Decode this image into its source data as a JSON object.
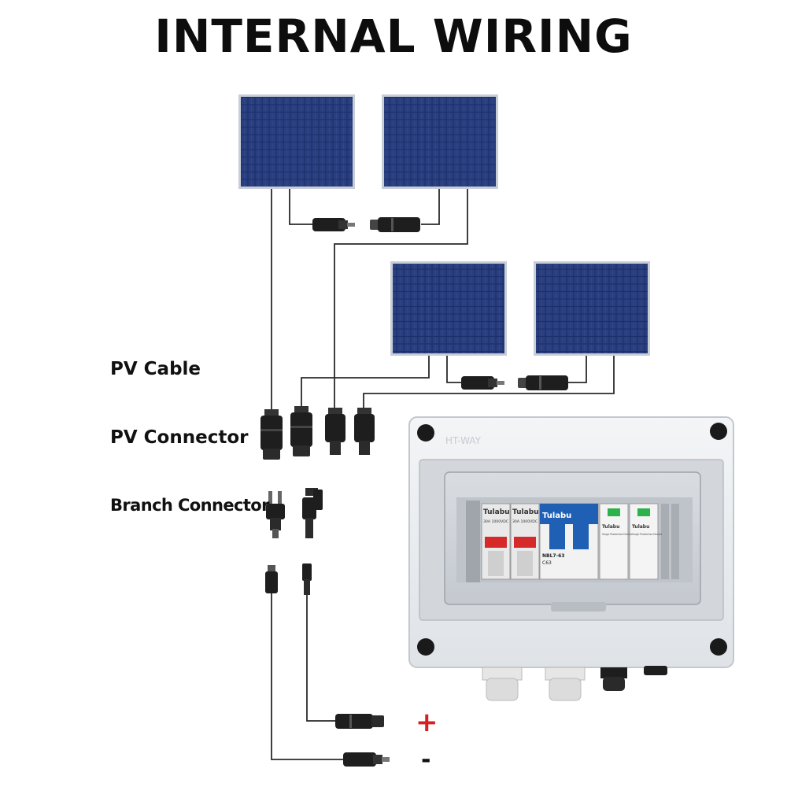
{
  "title": "INTERNAL WIRING",
  "labels": {
    "pv_cable": "PV Cable",
    "pv_connector": "PV Connector",
    "branch_connector": "Branch Connector"
  },
  "signs": {
    "positive": "+",
    "negative": "-"
  },
  "combiner_box": {
    "lid_text": "HT-WAY",
    "modules": [
      {
        "brand": "Tulabu",
        "spec": "30A 1000VDC"
      },
      {
        "brand": "Tulabu",
        "spec": "30A 1000VDC"
      },
      {
        "brand": "Tulabu",
        "model": "NBL7-63",
        "rating": "C63"
      },
      {
        "brand": "Tulabu",
        "type": "Surge Protective Device"
      },
      {
        "brand": "Tulabu",
        "type": "Surge Protective Device"
      }
    ]
  },
  "colors": {
    "panel_cell": "#1c2f6b",
    "panel_frame": "#c9ced6",
    "wire": "#2a2a2a",
    "connector": "#1e1e1e",
    "positive_sign": "#d6201f",
    "breaker_blue": "#1f5fb4",
    "handle_red": "#d62a2a",
    "box_body": "#e9ecef"
  }
}
